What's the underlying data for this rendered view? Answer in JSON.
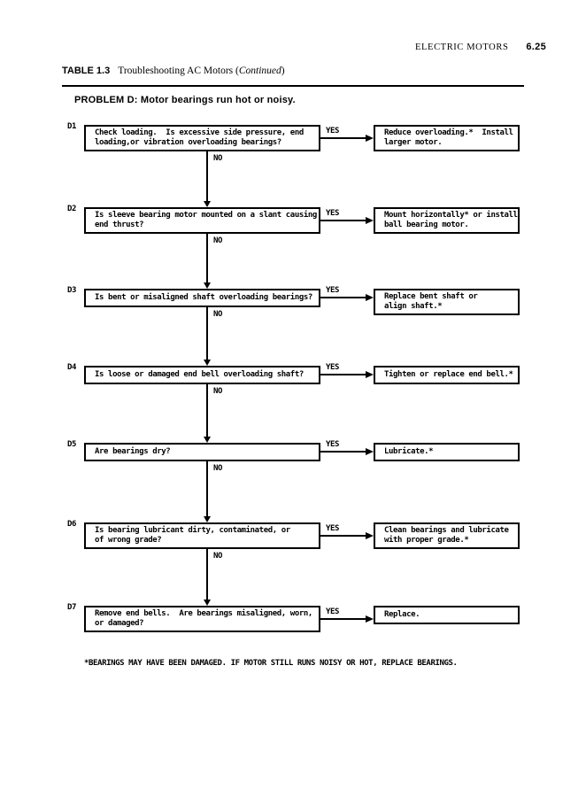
{
  "theme": {
    "ink": "#000000",
    "paper": "#ffffff"
  },
  "page": {
    "header": {
      "running_title": "ELECTRIC MOTORS",
      "page_number": "6.25"
    },
    "table_caption": {
      "label": "TABLE 1.3",
      "title": "Troubleshooting AC Motors (",
      "continued": "Continued",
      "close_paren": ")"
    },
    "problem_heading": "PROBLEM D: Motor bearings run hot or noisy.",
    "footnote": "*BEARINGS MAY HAVE BEEN DAMAGED.  IF MOTOR STILL RUNS NOISY OR HOT, REPLACE BEARINGS."
  },
  "flow": {
    "steps": [
      {
        "id": "D1",
        "question": "Check loading.  Is excessive side pressure, end\nloading,or vibration overloading bearings?",
        "yes_label": "YES",
        "no_label": "NO",
        "action": "Reduce overloading.*  Install\nlarger motor."
      },
      {
        "id": "D2",
        "question": "Is sleeve bearing motor mounted on a slant causing\nend thrust?",
        "yes_label": "YES",
        "no_label": "NO",
        "action": "Mount horizontally* or install\nball bearing motor."
      },
      {
        "id": "D3",
        "question": "Is bent or misaligned shaft overloading bearings?",
        "yes_label": "YES",
        "no_label": "NO",
        "action": "Replace bent shaft or\nalign shaft.*"
      },
      {
        "id": "D4",
        "question": "Is loose or damaged end bell overloading shaft?",
        "yes_label": "YES",
        "no_label": "NO",
        "action": "Tighten or replace end bell.*"
      },
      {
        "id": "D5",
        "question": "Are bearings dry?",
        "yes_label": "YES",
        "no_label": "NO",
        "action": "Lubricate.*"
      },
      {
        "id": "D6",
        "question": "Is bearing lubricant dirty, contaminated, or\nof wrong grade?",
        "yes_label": "YES",
        "no_label": "NO",
        "action": "Clean bearings and lubricate\nwith proper grade.*"
      },
      {
        "id": "D7",
        "question": "Remove end bells.  Are bearings misaligned, worn,\nor damaged?",
        "yes_label": "YES",
        "action": "Replace."
      }
    ]
  }
}
